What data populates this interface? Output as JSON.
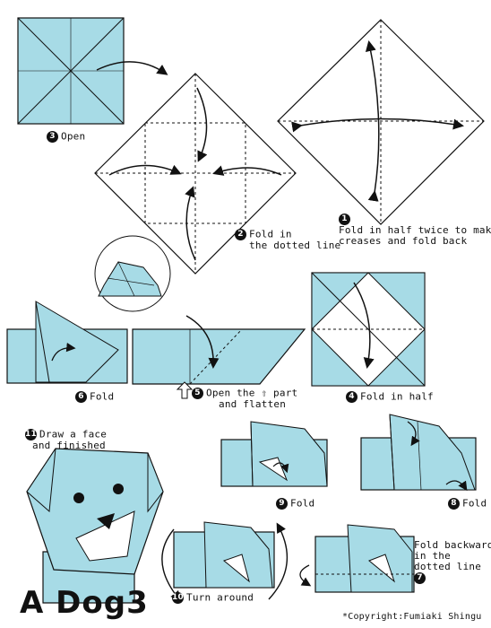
{
  "title": "A Dog3",
  "copyright": "*Copyright:Fumiaki Shingu",
  "colors": {
    "paper": "#a7dbe6",
    "line": "#111111",
    "background": "#ffffff"
  },
  "steps": [
    {
      "number": "1",
      "text_line1": "Fold in half twice to make",
      "text_line2": "creases and fold back"
    },
    {
      "number": "2",
      "text_line1": "Fold in",
      "text_line2": "the dotted line"
    },
    {
      "number": "3",
      "text_line1": "Open"
    },
    {
      "number": "4",
      "text_line1": "Fold in half"
    },
    {
      "number": "5",
      "text_line1": "Open the ⇧ part",
      "text_line2": "and flatten"
    },
    {
      "number": "6",
      "text_line1": "Fold"
    },
    {
      "number": "7",
      "text_line1": "Fold backward",
      "text_line2": "in the",
      "text_line3": "dotted line"
    },
    {
      "number": "8",
      "text_line1": "Fold"
    },
    {
      "number": "9",
      "text_line1": "Fold"
    },
    {
      "number": "10",
      "text_line1": "Turn around"
    },
    {
      "number": "11",
      "text_line1": "Draw a face",
      "text_line2": "and finished"
    }
  ]
}
